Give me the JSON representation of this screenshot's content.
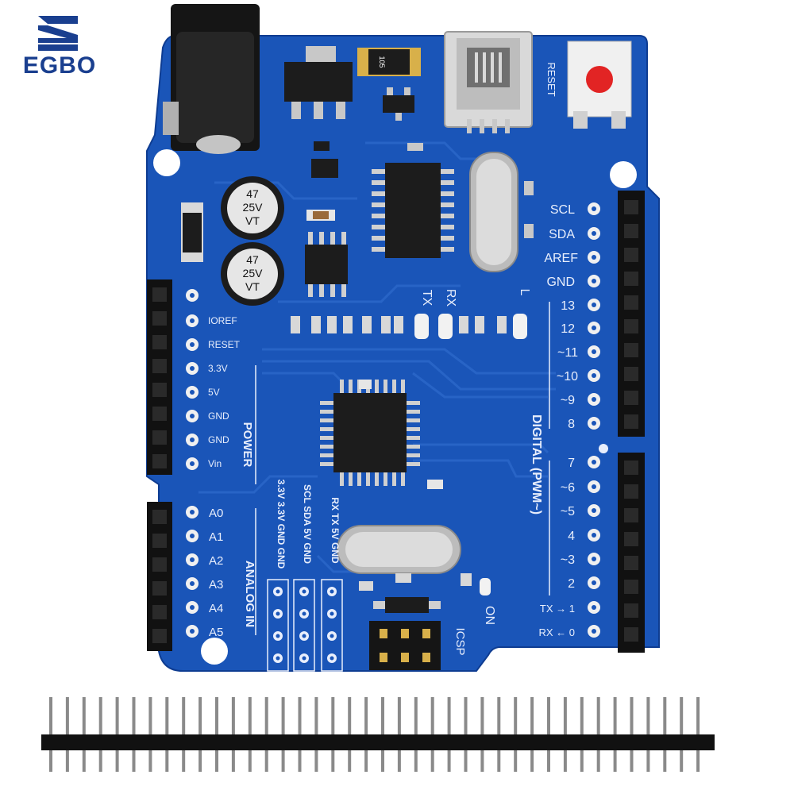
{
  "brand": {
    "name": "EGBO"
  },
  "colors": {
    "board": "#1a55b8",
    "board_dark": "#0e3c91",
    "silk": "#e8eefc",
    "header": "#111111",
    "gold": "#d8b04a"
  },
  "board": {
    "reset_label": "RESET",
    "cap_labels": [
      "47",
      "25V",
      "VT"
    ],
    "crystal_label": "",
    "chip_label": "",
    "led_labels": {
      "tx": "TX",
      "rx": "RX",
      "l": "L",
      "on": "ON"
    },
    "power_header": {
      "title": "POWER",
      "pins": [
        "IOREF",
        "RESET",
        "3.3V",
        "5V",
        "GND",
        "GND",
        "Vin"
      ]
    },
    "analog_header": {
      "title": "ANALOG IN",
      "pins": [
        "A0",
        "A1",
        "A2",
        "A3",
        "A4",
        "A5"
      ]
    },
    "digital_header": {
      "title": "DIGITAL (PWM~)",
      "top_pins": [
        "SCL",
        "SDA",
        "AREF",
        "GND",
        "13",
        "12",
        "~11",
        "~10",
        "~9",
        "8"
      ],
      "bottom_pins": [
        "7",
        "~6",
        "~5",
        "4",
        "~3",
        "2",
        "TX → 1",
        "RX ← 0"
      ]
    },
    "expansion_labels": {
      "col1": "3.3V 3.3V GND GND",
      "col2": "SCL SDA 5V GND",
      "col3": "RX TX 5V GND"
    },
    "icsp_label": "ICSP",
    "tiny_label": "105"
  }
}
